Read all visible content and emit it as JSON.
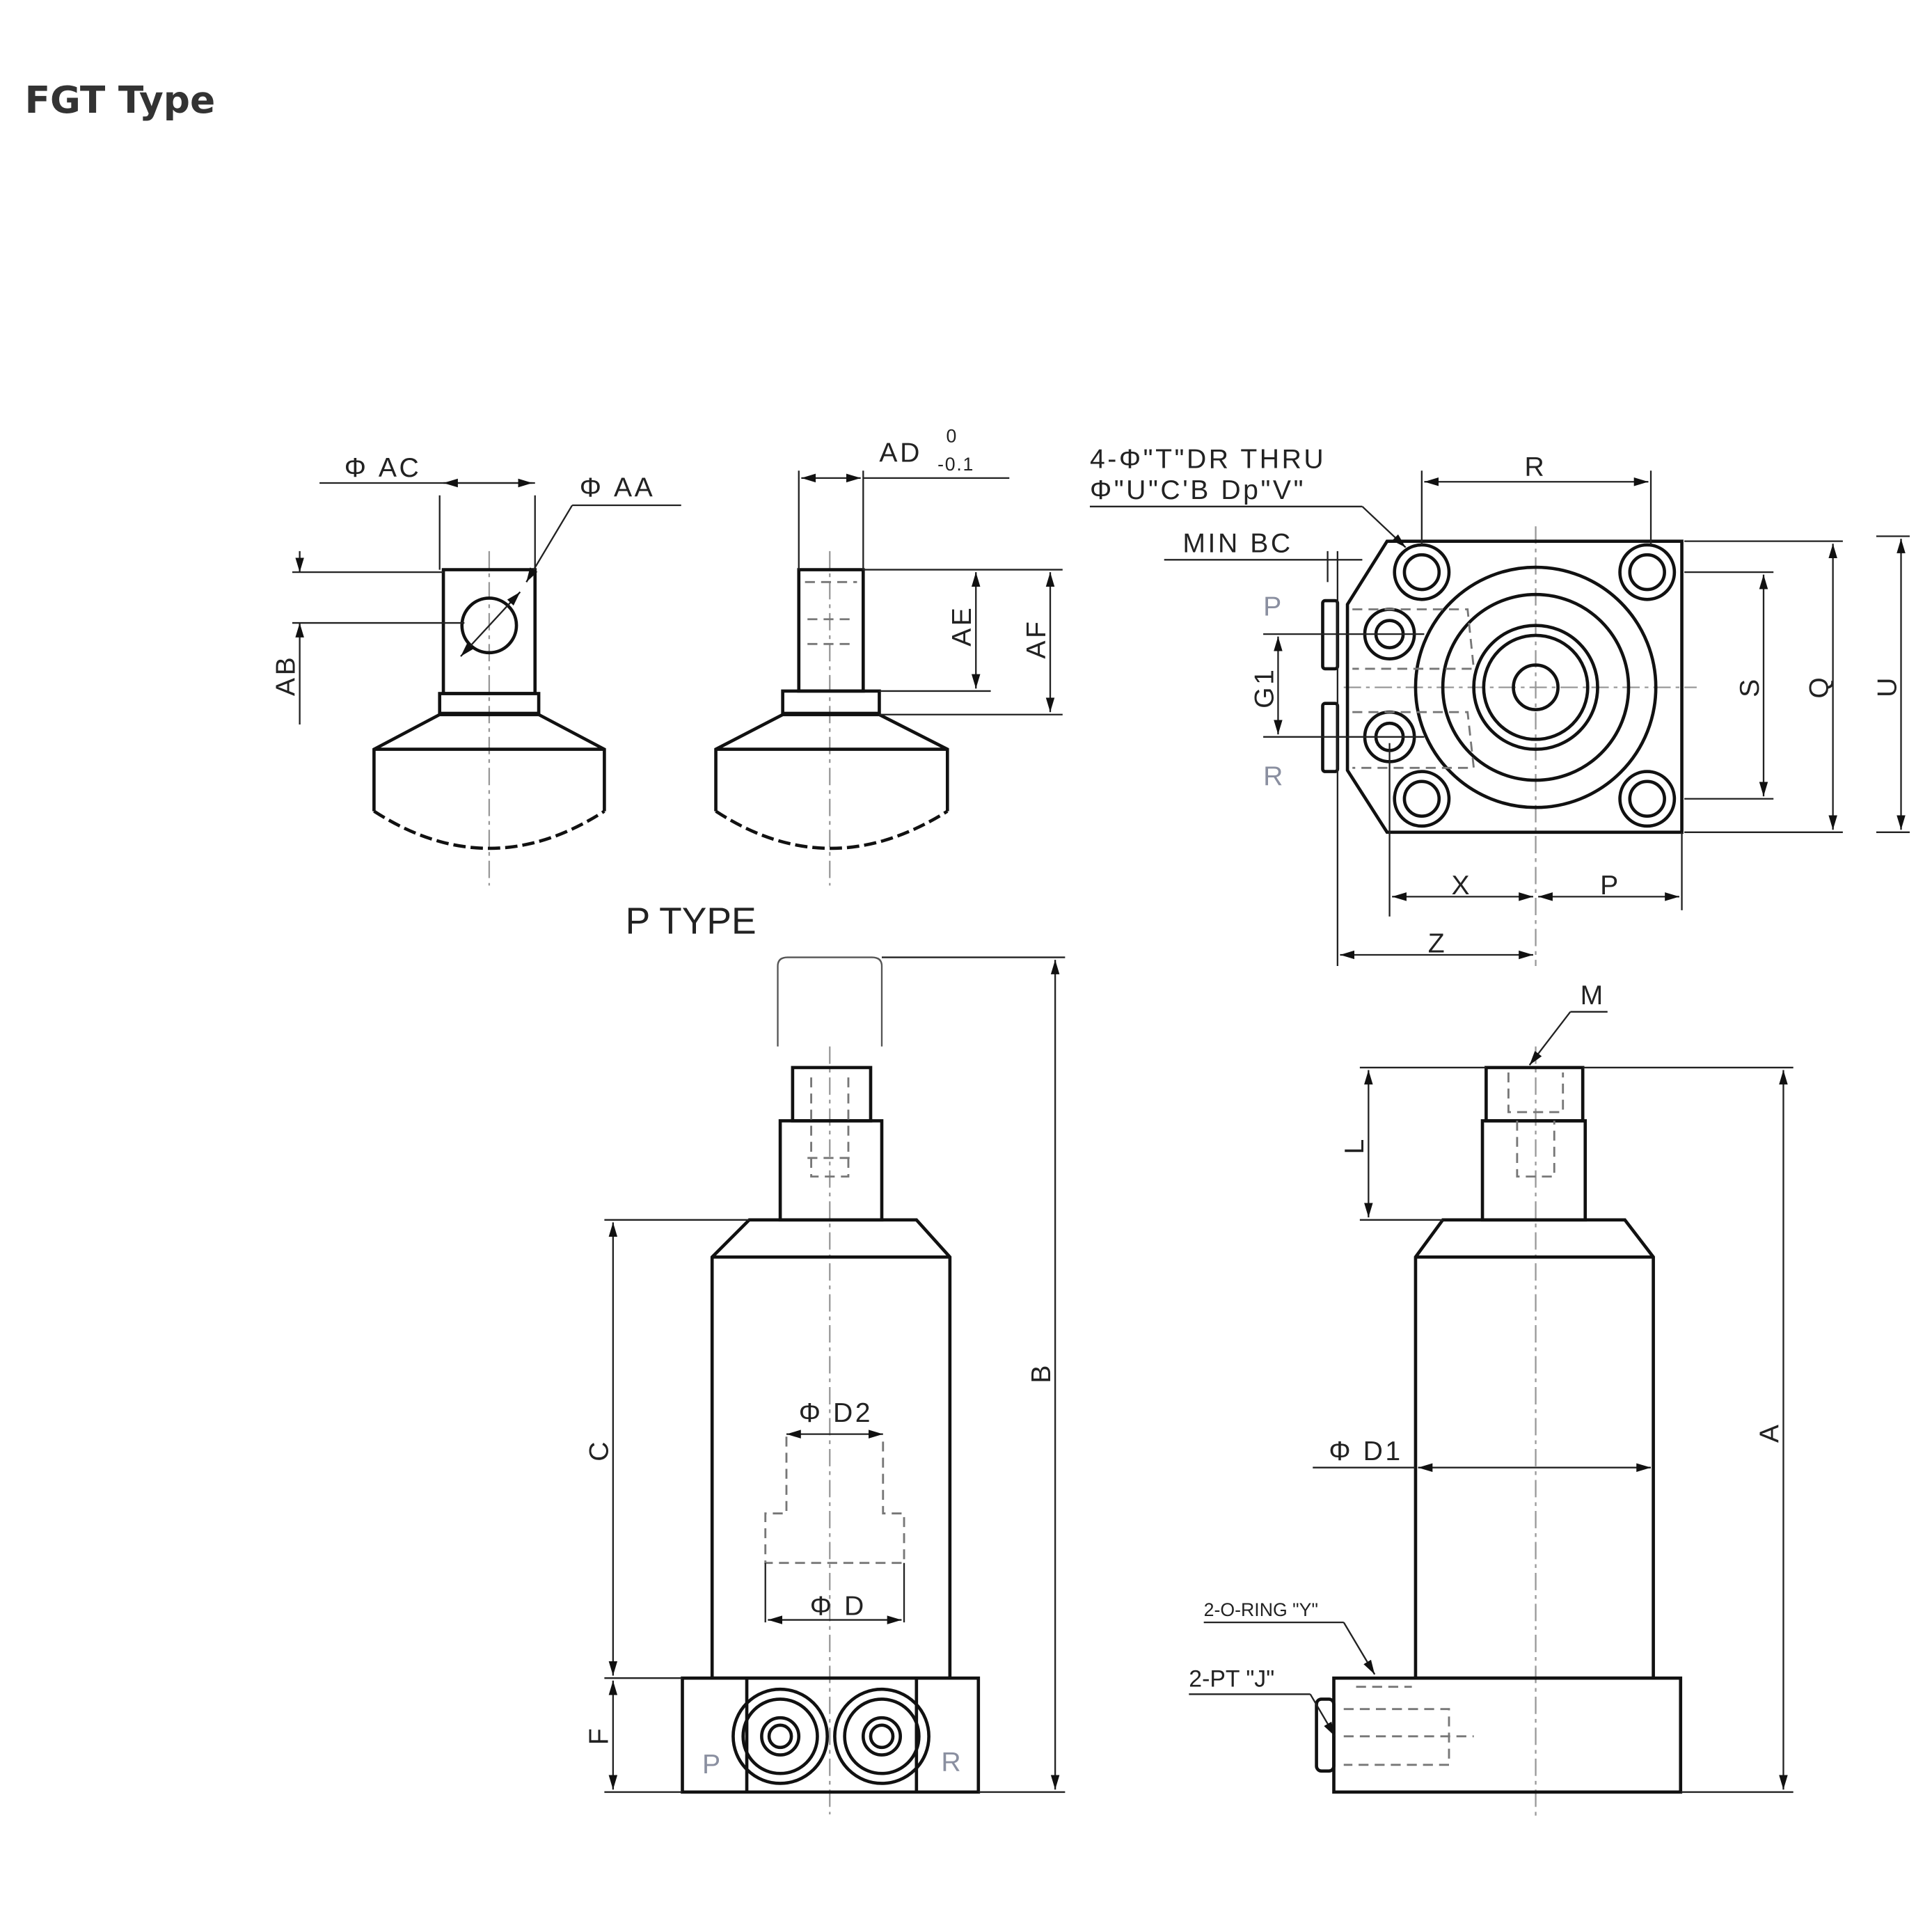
{
  "title": "FGT Type",
  "views": {
    "top_left": {
      "dim_ac": "Φ AC",
      "dim_aa": "Φ AA",
      "dim_ab": "AB"
    },
    "top_middle": {
      "dim_ad": "AD",
      "tol_upper": "0",
      "tol_lower": "-0.1",
      "dim_ae": "AE",
      "dim_af": "AF"
    },
    "top_right": {
      "note_line1": "4-Φ\"T\"DR THRU",
      "note_line2": "Φ\"U\"C'B Dp\"V\"",
      "min_bc": "MIN BC",
      "dim_r": "R",
      "dim_s": "S",
      "dim_q": "Q",
      "dim_u": "U",
      "dim_g1": "G1",
      "dim_x": "X",
      "dim_p": "P",
      "dim_z": "Z",
      "port_p": "P",
      "port_r": "R"
    },
    "p_type": {
      "label": "P TYPE",
      "dim_b": "B",
      "dim_c": "C",
      "dim_f": "F",
      "dim_d2": "Φ D2",
      "dim_d": "Φ D",
      "port_p": "P",
      "port_r": "R"
    },
    "side": {
      "dim_m": "M",
      "dim_l": "L",
      "dim_a": "A",
      "dim_d1": "Φ D1",
      "oring": "2-O-RING \"Y\"",
      "pt": "2-PT \"J\""
    }
  }
}
